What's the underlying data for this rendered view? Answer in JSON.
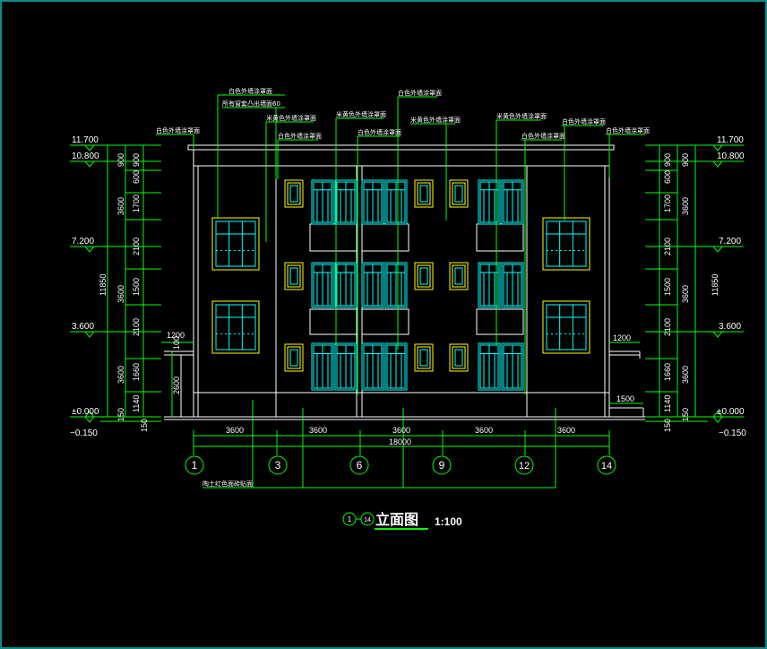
{
  "drawing": {
    "title": "立面图",
    "scale": "1:100",
    "title_axes": [
      "1",
      "14"
    ]
  },
  "levels": [
    {
      "label": "11.700"
    },
    {
      "label": "10.800"
    },
    {
      "label": "7.200"
    },
    {
      "label": "3.600"
    },
    {
      "label": "±0.000"
    },
    {
      "label": "−0.150"
    }
  ],
  "vertical_dims": {
    "segments": [
      "900",
      "600",
      "1700",
      "2100",
      "1500",
      "2100",
      "1660",
      "1140",
      "150"
    ],
    "floors": [
      "900",
      "3600",
      "3600",
      "3600",
      "150"
    ],
    "total": "11850"
  },
  "horizontal_dims": {
    "bays": [
      "3600",
      "3600",
      "3600",
      "3600",
      "3600"
    ],
    "total": "18000",
    "side_left": "1200",
    "side_right": "1200",
    "step_right": "1500",
    "canopy_h1": "100",
    "canopy_h2": "2600"
  },
  "axes": [
    "1",
    "3",
    "6",
    "9",
    "12",
    "14"
  ],
  "annotations": {
    "a1": "白色外墙涂罩面",
    "a2": "所有窗套凸出墙面60",
    "a3": "白色外墙涂罩面",
    "a4": "米黄色外墙涂罩面",
    "a5": "白色外墙涂罩面",
    "a6": "米黄色外墙涂罩面",
    "a7": "白色外墙涂罩面",
    "a8": "白色外墙涂罩面",
    "a9": "米黄色外墙涂罩面",
    "a10": "米黄色外墙涂罩面",
    "a11": "白色外墙涂罩面",
    "a12": "白色外墙涂罩面",
    "a13": "白色外墙涂罩面",
    "bottom": "陶土红色面砖贴面"
  },
  "colors": {
    "background": "#000000",
    "frame": "#0a8a8a",
    "wall": "#ffffff",
    "window_frame": "#ffff00",
    "glazing": "#00ffff",
    "leader": "#00ff00",
    "dimension": "#00ff00",
    "text": "#ffffff"
  }
}
